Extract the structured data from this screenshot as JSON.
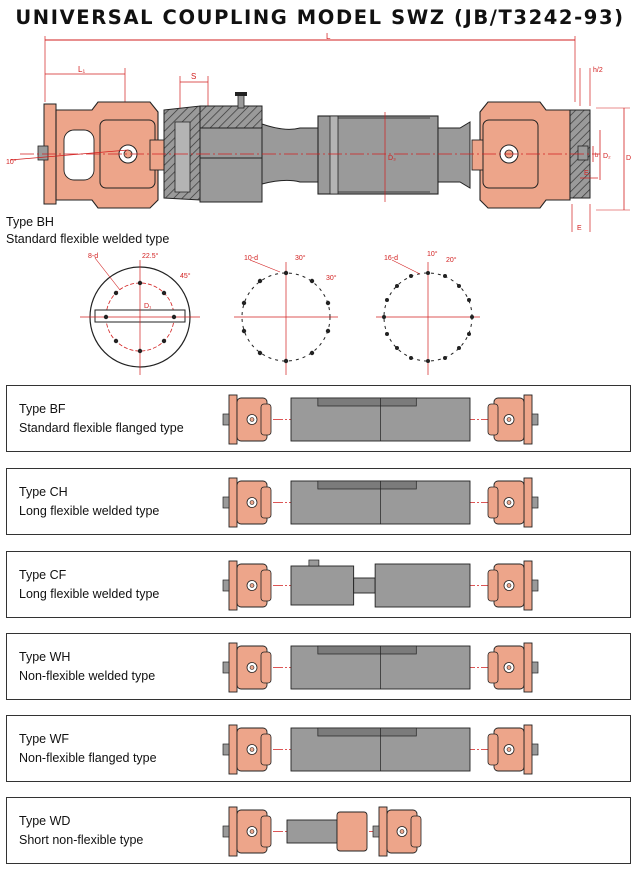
{
  "title": "UNIVERSAL COUPLING MODEL SWZ (JB/T3242-93)",
  "main_drawing": {
    "dimensions": {
      "overall_length": "L",
      "flange_dist": "L₁",
      "spline_travel": "S",
      "tube_dia": "D₃",
      "flange_thickness": "h/2",
      "bolt_hole": "b",
      "spigot_dia": "D₂",
      "outer_dia": "D",
      "spigot_depth": "E₁",
      "flange_depth": "E",
      "angle": "10°"
    },
    "type": "Type BH",
    "description": "Standard flexible welded type"
  },
  "flange_patterns": [
    {
      "holes": "8-d",
      "angle1": "22.5°",
      "angle2": "45°",
      "pcd": "D₁"
    },
    {
      "holes": "10-d",
      "angle1": "30°",
      "angle2": "30°"
    },
    {
      "holes": "16-d",
      "angle1": "10°",
      "angle2": "20°"
    }
  ],
  "variants": [
    {
      "type": "Type BF",
      "description": "Standard flexible flanged type"
    },
    {
      "type": "Type CH",
      "description": "Long flexible welded type"
    },
    {
      "type": "Type CF",
      "description": "Long flexible welded type"
    },
    {
      "type": "Type WH",
      "description": "Non-flexible welded type"
    },
    {
      "type": "Type WF",
      "description": "Non-flexible flanged type"
    },
    {
      "type": "Type WD",
      "description": "Short non-flexible type"
    }
  ],
  "colors": {
    "yoke": "#eda58a",
    "body": "#9a9a9a",
    "dim": "#d21f1f",
    "outline": "#222222"
  }
}
